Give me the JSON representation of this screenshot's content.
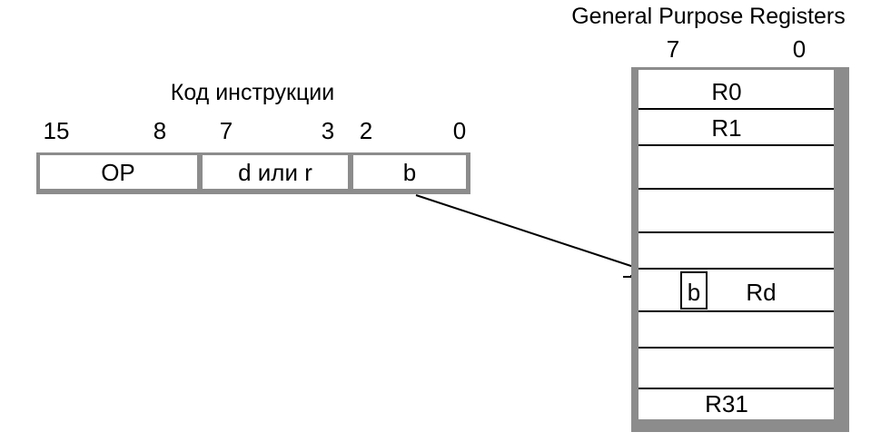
{
  "instruction": {
    "title": "Код инструкции",
    "bit_labels": [
      "15",
      "8",
      "7",
      "3",
      "2",
      "0"
    ],
    "fields": [
      {
        "label": "OP"
      },
      {
        "label": "d или r"
      },
      {
        "label": "b"
      }
    ]
  },
  "registers": {
    "title": "General Purpose Registers",
    "bit_labels": [
      "7",
      "0"
    ],
    "rows": [
      {
        "label": "R0"
      },
      {
        "label": "R1"
      },
      {
        "label": ""
      },
      {
        "label": ""
      },
      {
        "label": ""
      },
      {
        "label": "Rd",
        "bit_box": "b"
      },
      {
        "label": ""
      },
      {
        "label": ""
      },
      {
        "label": "R31"
      }
    ]
  },
  "colors": {
    "stroke": "#000000",
    "cell_fill": "#ffffff",
    "shadow": "#8c8c8c"
  }
}
